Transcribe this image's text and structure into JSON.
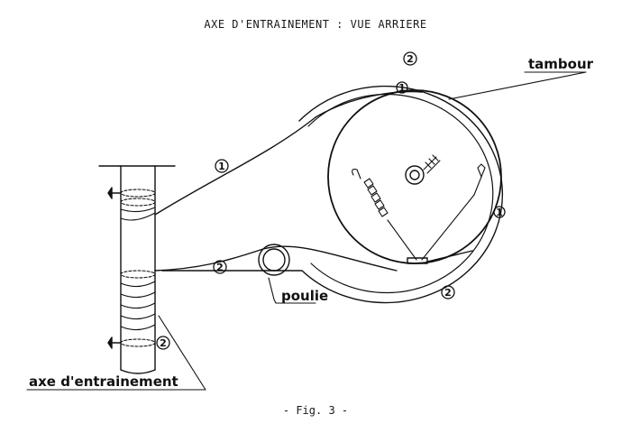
{
  "title": "AXE D'ENTRAINEMENT : VUE ARRIERE",
  "labels": {
    "tambour": "tambour",
    "poulie": "poulie",
    "axe": "axe d'entrainement"
  },
  "markers": {
    "one": "1",
    "two": "2"
  },
  "caption": "- Fig. 3 -",
  "colors": {
    "ink": "#111111"
  }
}
